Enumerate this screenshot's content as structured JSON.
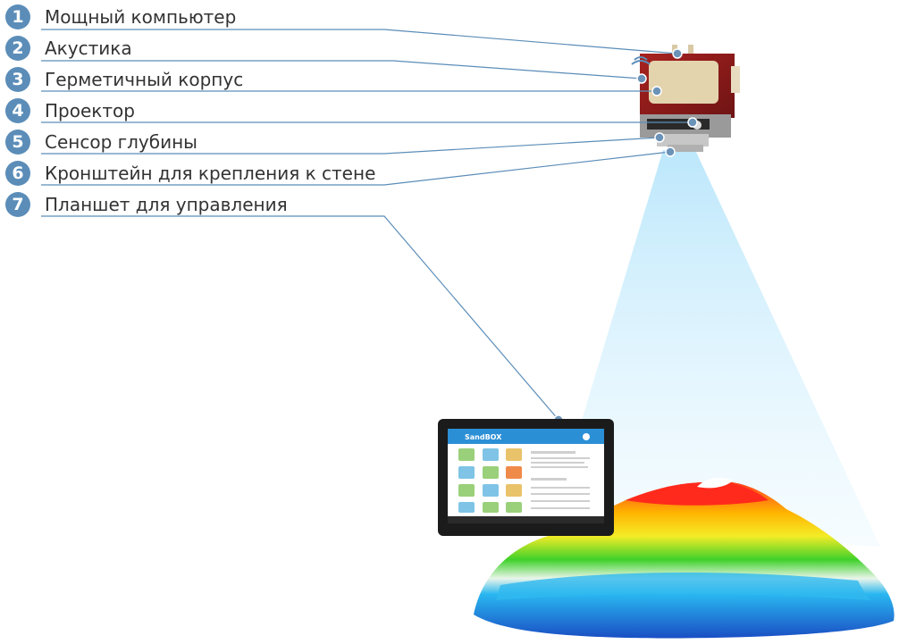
{
  "legend": {
    "items": [
      {
        "number": "1",
        "label": "Мощный компьютер"
      },
      {
        "number": "2",
        "label": "Акустика"
      },
      {
        "number": "3",
        "label": "Герметичный корпус"
      },
      {
        "number": "4",
        "label": "Проектор"
      },
      {
        "number": "5",
        "label": "Сенсор глубины"
      },
      {
        "number": "6",
        "label": "Кронштейн для крепления к стене"
      },
      {
        "number": "7",
        "label": "Планшет для управления"
      }
    ]
  },
  "tablet": {
    "app_title": "SandBOX",
    "header_color": "#2b8fd6"
  },
  "colors": {
    "badge": "#5b8db8",
    "leader_line": "#5b8db8",
    "device_body": "#8b1a1a",
    "projection_beam": "#cfeefd"
  }
}
